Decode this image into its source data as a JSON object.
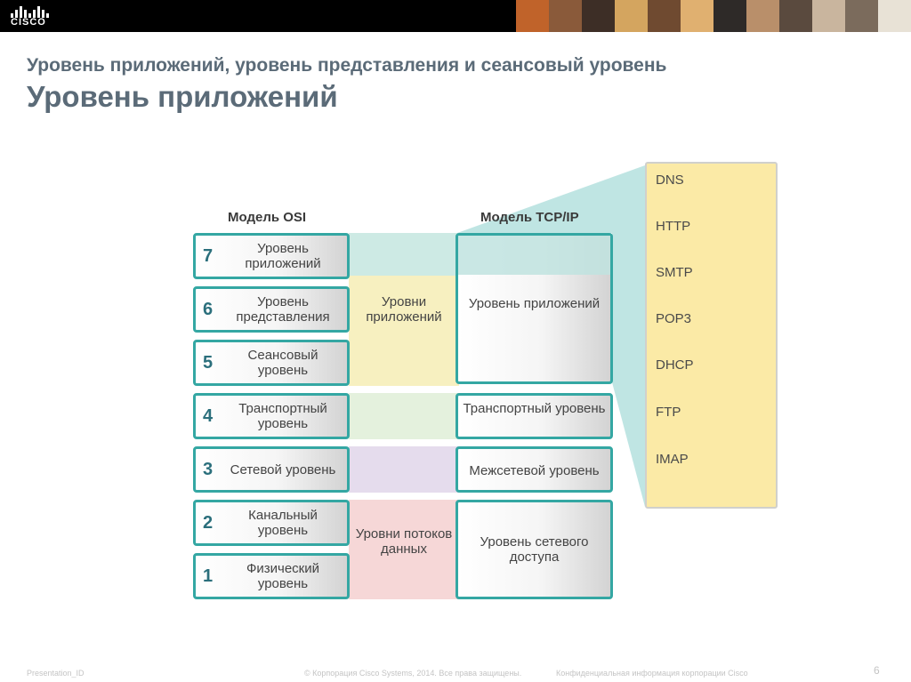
{
  "header": {
    "logo_text": "CISCO",
    "photo_colors": [
      "#c0632a",
      "#8a5a3a",
      "#3d2e26",
      "#d4a55f",
      "#6f4a30",
      "#e0b070",
      "#2e2a28",
      "#b98f6a",
      "#5a4a3e",
      "#c9b59e",
      "#7b6b5c",
      "#e8e2d6"
    ]
  },
  "title": {
    "main": "Уровень приложений, уровень представления и сеансовый уровень",
    "sub": "Уровень приложений"
  },
  "diagram": {
    "osi_heading": "Модель OSI",
    "tcp_heading": "Модель TCP/IP",
    "osi_layers": [
      {
        "num": "7",
        "label": "Уровень приложений"
      },
      {
        "num": "6",
        "label": "Уровень представления"
      },
      {
        "num": "5",
        "label": "Сеансовый уровень"
      },
      {
        "num": "4",
        "label": "Транспортный уровень"
      },
      {
        "num": "3",
        "label": "Сетевой уровень"
      },
      {
        "num": "2",
        "label": "Канальный уровень"
      },
      {
        "num": "1",
        "label": "Физический уровень"
      }
    ],
    "bands": [
      {
        "label": "Уровни приложений",
        "color": "#f7f0c0"
      },
      {
        "label": "",
        "color": "#e4f1dd"
      },
      {
        "label": "",
        "color": "#e5dced"
      },
      {
        "label": "Уровни потоков данных",
        "color": "#f6d7d7"
      }
    ],
    "tcp_layers": [
      {
        "label": "Уровень приложений"
      },
      {
        "label": "Транспортный уровень"
      },
      {
        "label": "Межсетевой уровень"
      },
      {
        "label": "Уровень сетевого доступа"
      }
    ],
    "protocols": [
      "DNS",
      "HTTP",
      "SMTP",
      "POP3",
      "DHCP",
      "FTP",
      "IMAP"
    ],
    "colors": {
      "layer_border": "#34a7a3",
      "protocol_panel": "#fbeaa6",
      "callout": "#a9dcd9"
    }
  },
  "footer": {
    "presentation_id": "Presentation_ID",
    "copyright": "© Корпорация Cisco Systems, 2014. Все права защищены.",
    "confidential": "Конфиденциальная информация корпорации Cisco",
    "page_number": "6"
  }
}
